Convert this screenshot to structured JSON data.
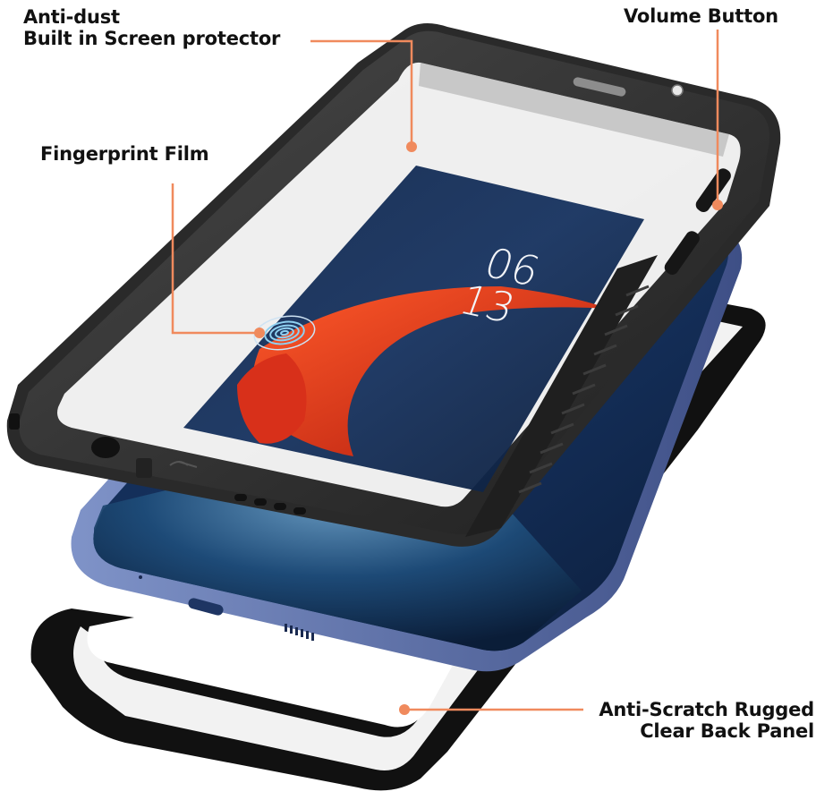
{
  "image": {
    "description": "Product feature diagram of a waterproof rugged phone case shown exploded: front frame with built-in screen protector, phone, and clear back panel",
    "background": "#ffffff"
  },
  "colors": {
    "callout": "#F08A5D",
    "case_black": "#1b1b1b",
    "case_edge": "#3a3a3a",
    "phone_frame": "#5a6fa8",
    "screen_bg": "#0f2447",
    "fish_red": "#e2321b",
    "text": "#111111"
  },
  "callouts": [
    {
      "id": "screen-protector",
      "lines": [
        "Anti-dust",
        "Built in Screen protector"
      ]
    },
    {
      "id": "fingerprint",
      "lines": [
        "Fingerprint Film"
      ]
    },
    {
      "id": "volume",
      "lines": [
        "Volume Button"
      ]
    },
    {
      "id": "back-panel",
      "lines": [
        "Anti-Scratch Rugged",
        "Clear Back Panel"
      ]
    }
  ],
  "phone_screen": {
    "clock_hour": "06",
    "clock_minute": "13"
  }
}
